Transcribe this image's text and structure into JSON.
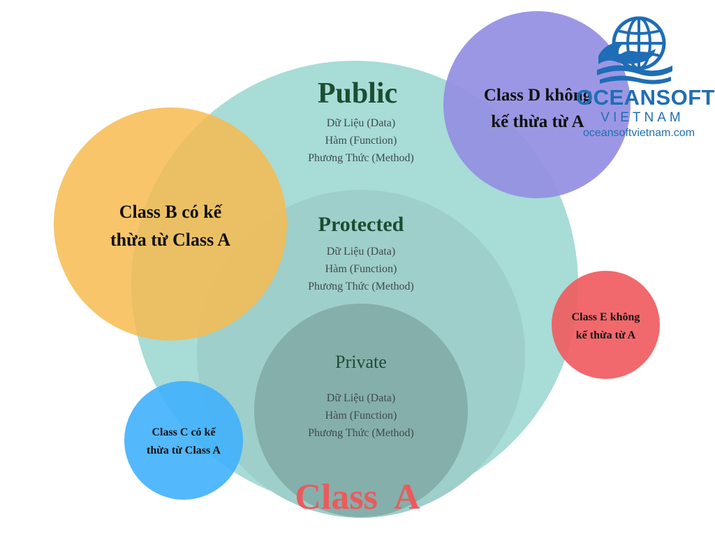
{
  "class_a": {
    "label": "Class  A",
    "public": {
      "title": "Public",
      "items": [
        "Dữ Liệu (Data)",
        "Hàm (Function)",
        "Phương Thức (Method)"
      ]
    },
    "protected": {
      "title": "Protected",
      "items": [
        "Dữ Liệu (Data)",
        "Hàm (Function)",
        "Phương Thức (Method)"
      ]
    },
    "private": {
      "title": "Private",
      "items": [
        "Dữ Liệu (Data)",
        "Hàm (Function)",
        "Phương Thức (Method)"
      ]
    }
  },
  "class_b": {
    "lines": [
      "Class B có kế",
      "thừa từ Class A"
    ]
  },
  "class_c": {
    "lines": [
      "Class C có kế",
      "thừa từ Class A"
    ]
  },
  "class_d": {
    "lines": [
      "Class D không",
      "kế thừa từ A"
    ]
  },
  "class_e": {
    "lines": [
      "Class E không",
      "kế thừa từ A"
    ]
  },
  "logo": {
    "brand": "OCEANSOFT",
    "country": "VIETNAM",
    "website": "oceansoftvietnam.com",
    "icon": "globe-wave-icon"
  },
  "colors": {
    "public": "#a7dcd7",
    "protected": "#9fcfca",
    "private": "#85afab",
    "class_b": "#f7c160",
    "class_c": "#4cb6fb",
    "class_d": "#9c98e2",
    "class_e": "#f16769",
    "class_a_label": "#eb5a5c",
    "heading_dark": "#1d4d32",
    "logo_blue": "#1f6db6"
  }
}
